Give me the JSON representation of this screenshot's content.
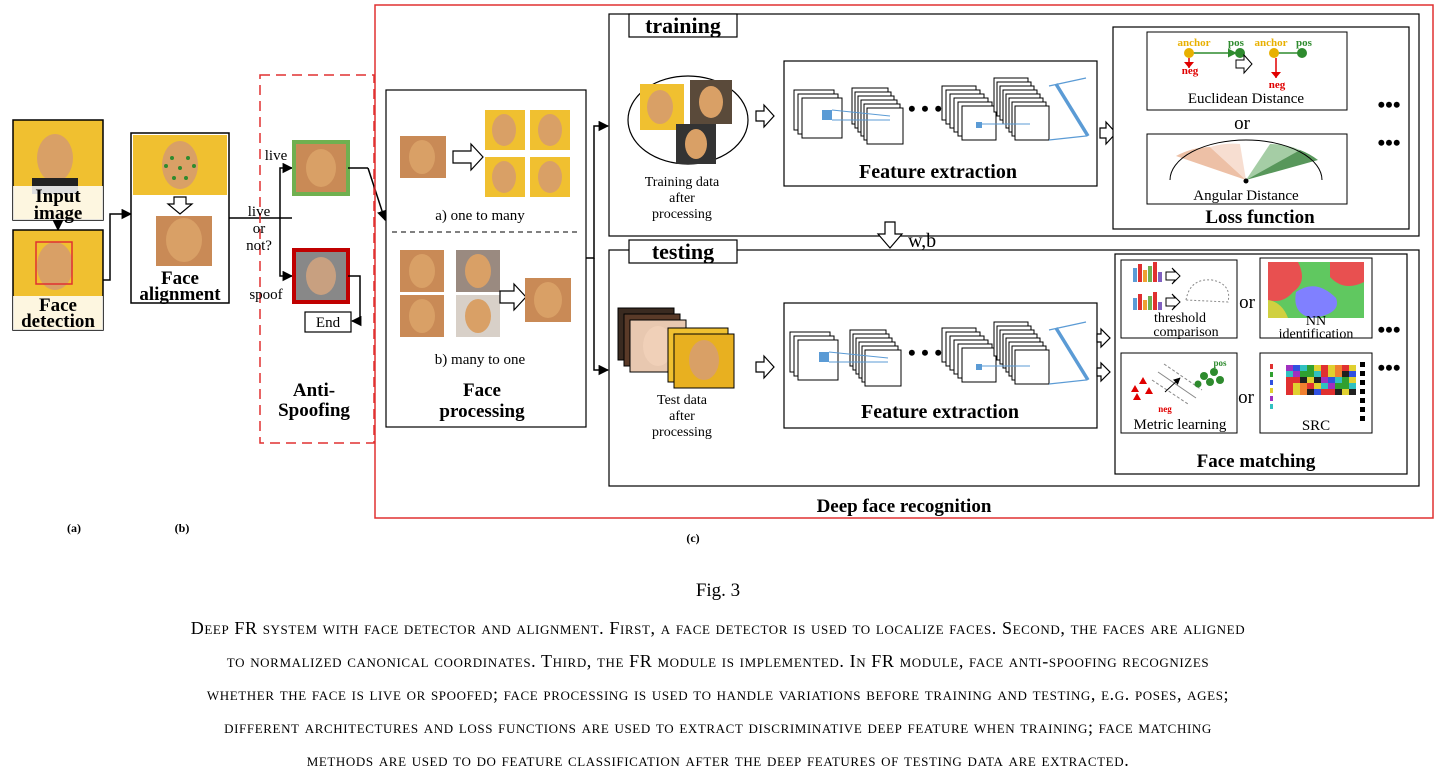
{
  "stage_a": {
    "input_label": [
      "Input",
      "image"
    ],
    "detect_label": [
      "Face",
      "detection"
    ],
    "marker": "(a)"
  },
  "stage_b": {
    "align_label": [
      "Face",
      "alignment"
    ],
    "marker": "(b)"
  },
  "antispoof": {
    "live": "live",
    "question": [
      "live",
      "or",
      "not?"
    ],
    "spoof": "spoof",
    "end": "End",
    "title": [
      "Anti-",
      "Spoofing"
    ]
  },
  "processing": {
    "one_to_many": "a) one to many",
    "many_to_one": "b) many to one",
    "title": [
      "Face",
      "processing"
    ]
  },
  "training": {
    "title": "training",
    "data_label": [
      "Training data",
      "after",
      "processing"
    ],
    "feature": "Feature extraction",
    "triplet_labels": {
      "anchor1": "anchor",
      "pos1": "pos",
      "anchor2": "anchor",
      "pos2": "pos",
      "neg1": "neg",
      "neg2": "neg"
    },
    "euclidean": "Euclidean Distance",
    "or": "or",
    "angular": "Angular Distance",
    "loss": "Loss function",
    "dots": "..."
  },
  "transfer": "w,b",
  "testing": {
    "title": "testing",
    "data_label": [
      "Test data",
      "after",
      "processing"
    ],
    "feature": "Feature extraction",
    "threshold": [
      "threshold",
      "comparison"
    ],
    "nn": [
      "NN",
      "identification"
    ],
    "metric": "Metric learning",
    "metric_pos": "pos",
    "metric_neg": "neg",
    "src": "SRC",
    "or": "or",
    "matching": "Face matching",
    "dots": "..."
  },
  "system_title": "Deep face recognition",
  "marker_c": "(c)",
  "caption": {
    "title": "Fig. 3",
    "lines": [
      "Deep FR system with face detector and alignment. First, a face detector is used to localize faces. Second, the faces are aligned",
      "to normalized canonical coordinates. Third, the FR module is implemented. In FR module, face anti-spoofing recognizes",
      "whether the face is live or spoofed; face processing is used to handle variations before training and testing, e.g. poses, ages;",
      "different architectures and loss functions are used to extract discriminative deep feature when training; face matching",
      "methods are used to do feature classification after the deep features of testing data are extracted."
    ]
  },
  "colors": {
    "red_border": "#e03030",
    "blue": "#5b9bd5",
    "live_green": "#70b050",
    "spoof_red": "#c00000",
    "anchor": "#e8b000",
    "pos": "#2e8b2e",
    "neg": "#e00000"
  }
}
